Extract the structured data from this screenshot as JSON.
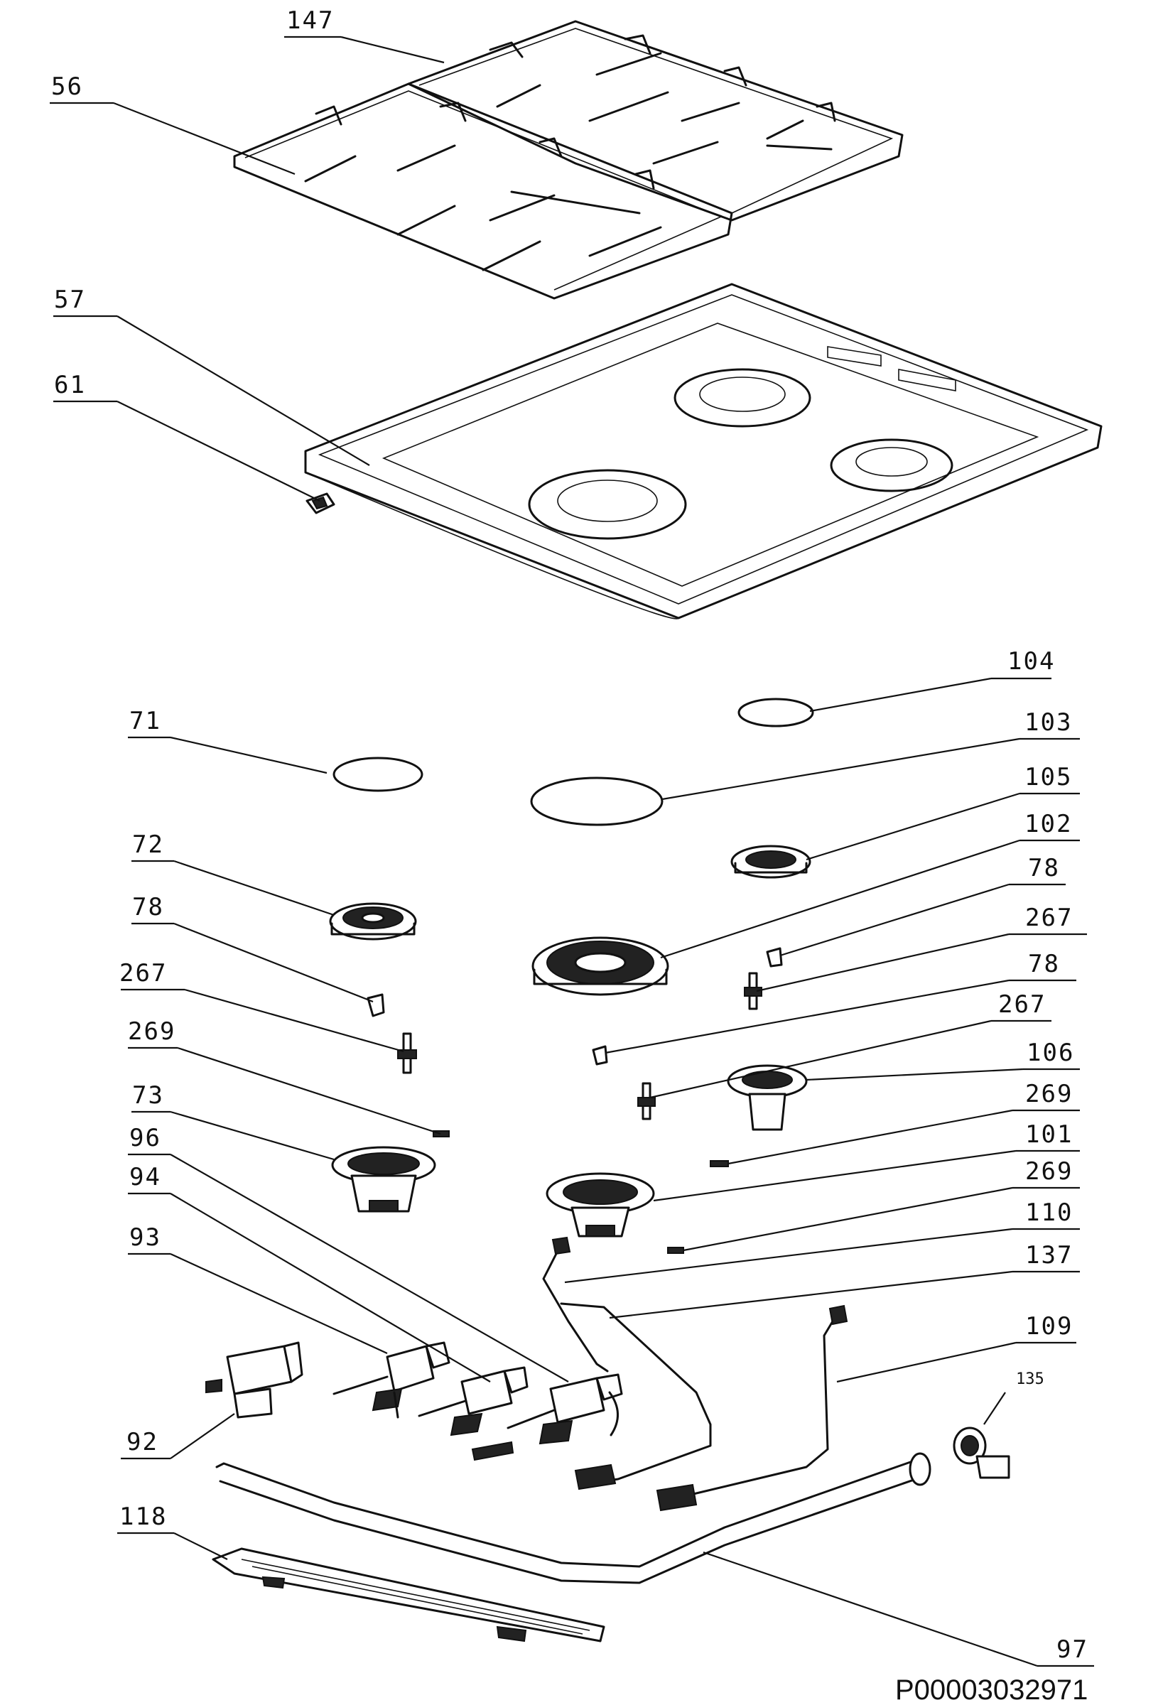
{
  "labels": {
    "147": "147",
    "56": "56",
    "57": "57",
    "61": "61",
    "104": "104",
    "71": "71",
    "103": "103",
    "105": "105",
    "72": "72",
    "102": "102",
    "78a": "78",
    "78b": "78",
    "267a": "267",
    "78c": "78",
    "267b": "267",
    "267c": "267",
    "269a": "269",
    "106": "106",
    "73": "73",
    "269b": "269",
    "101": "101",
    "96": "96",
    "269c": "269",
    "94": "94",
    "110": "110",
    "137": "137",
    "93": "93",
    "109": "109",
    "135": "135",
    "92": "92",
    "118": "118",
    "97": "97"
  },
  "document_code": "P00003032971"
}
